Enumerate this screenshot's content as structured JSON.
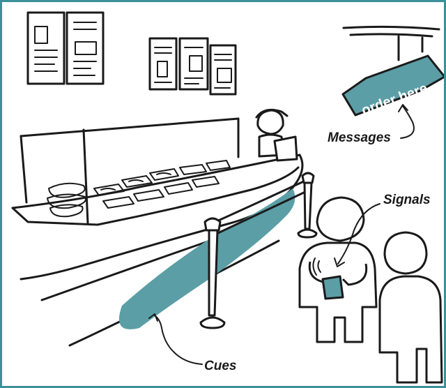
{
  "labels": {
    "messages": "Messages",
    "signals": "Signals",
    "cues": "Cues"
  },
  "sign": {
    "text": "order here"
  },
  "colors": {
    "accent": "#5b9ea6",
    "frame": "#3d8f99",
    "ink": "#1a1a1a"
  }
}
